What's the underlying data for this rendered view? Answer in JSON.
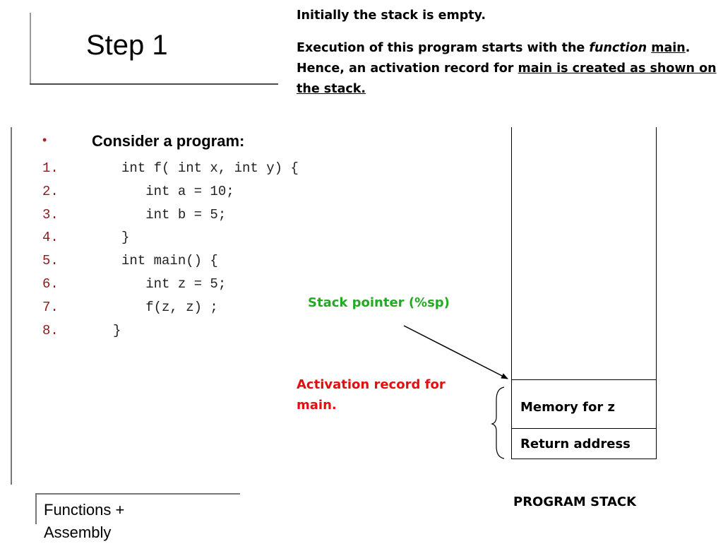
{
  "title": "Step 1",
  "notes": {
    "line1": "Initially the stack is empty.",
    "p2_a": "Execution of this program starts with the ",
    "p2_function": "function",
    "p2_b": " ",
    "p2_main": "main",
    "p2_c": ". Hence, an activation record for ",
    "p2_underlined": "main is created as shown on the stack."
  },
  "program": {
    "bullet": "•",
    "heading": "Consider a program:",
    "lines": [
      {
        "num": "1.",
        "code": "int f( int x, int y) {"
      },
      {
        "num": "2.",
        "code": "   int a = 10;"
      },
      {
        "num": "3.",
        "code": "   int b = 5;"
      },
      {
        "num": "4.",
        "code": "}"
      },
      {
        "num": "5.",
        "code": "int main() {"
      },
      {
        "num": "6.",
        "code": "   int z = 5;"
      },
      {
        "num": "7.",
        "code": "   f(z, z) ;"
      },
      {
        "num": "8.",
        "code": "}"
      }
    ]
  },
  "labels": {
    "stack_pointer": "Stack pointer (%sp)",
    "activation_record": "Activation record for main."
  },
  "stack": {
    "cells": [
      "Memory for z",
      "Return address"
    ],
    "caption": "PROGRAM STACK"
  },
  "footer": "Functions + Assembly",
  "colors": {
    "stack_pointer": "#22aa22",
    "activation_record": "#e01010",
    "line_numbers": "#8b1a1a"
  },
  "icons": {
    "arrow": "arrow-icon",
    "brace": "curly-brace-icon"
  }
}
